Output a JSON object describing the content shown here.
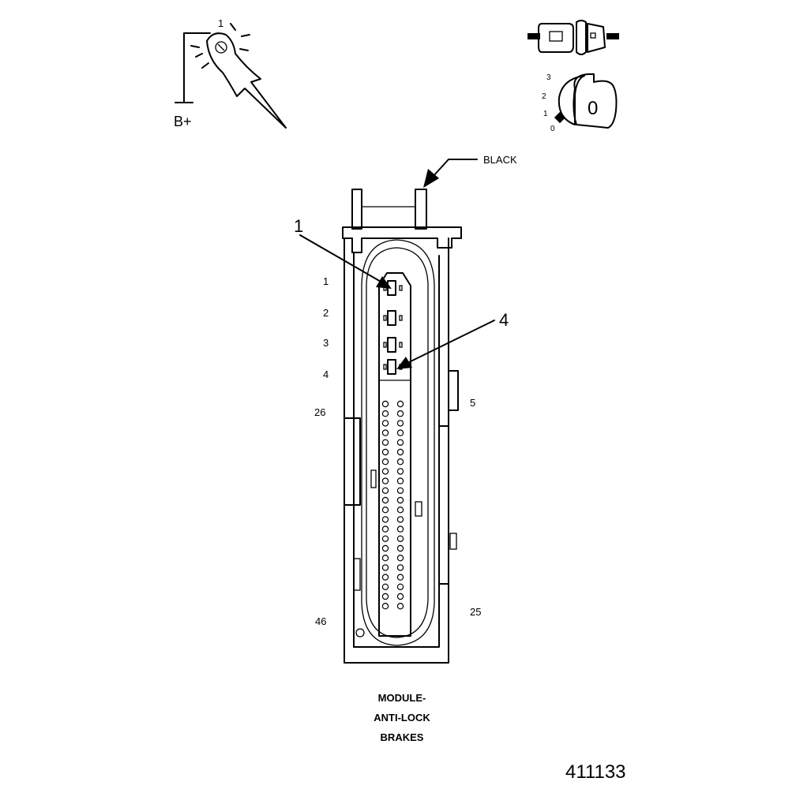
{
  "probe": {
    "icon": "test-probe-icon",
    "terminal_label": "B+",
    "tip_number": "1"
  },
  "connector_icon": "inline-connector-icon",
  "ignition": {
    "icon": "ignition-key-icon",
    "positions": [
      "3",
      "2",
      "1",
      "0"
    ],
    "key_label": "0"
  },
  "wire_color_label": "BLACK",
  "callouts": [
    "1",
    "4"
  ],
  "pin_labels": {
    "left": [
      "1",
      "2",
      "3",
      "4",
      "26",
      "46"
    ],
    "right": [
      "5",
      "25"
    ]
  },
  "component_title": [
    "MODULE-",
    "ANTI-LOCK",
    "BRAKES"
  ],
  "figure_number": "411133"
}
